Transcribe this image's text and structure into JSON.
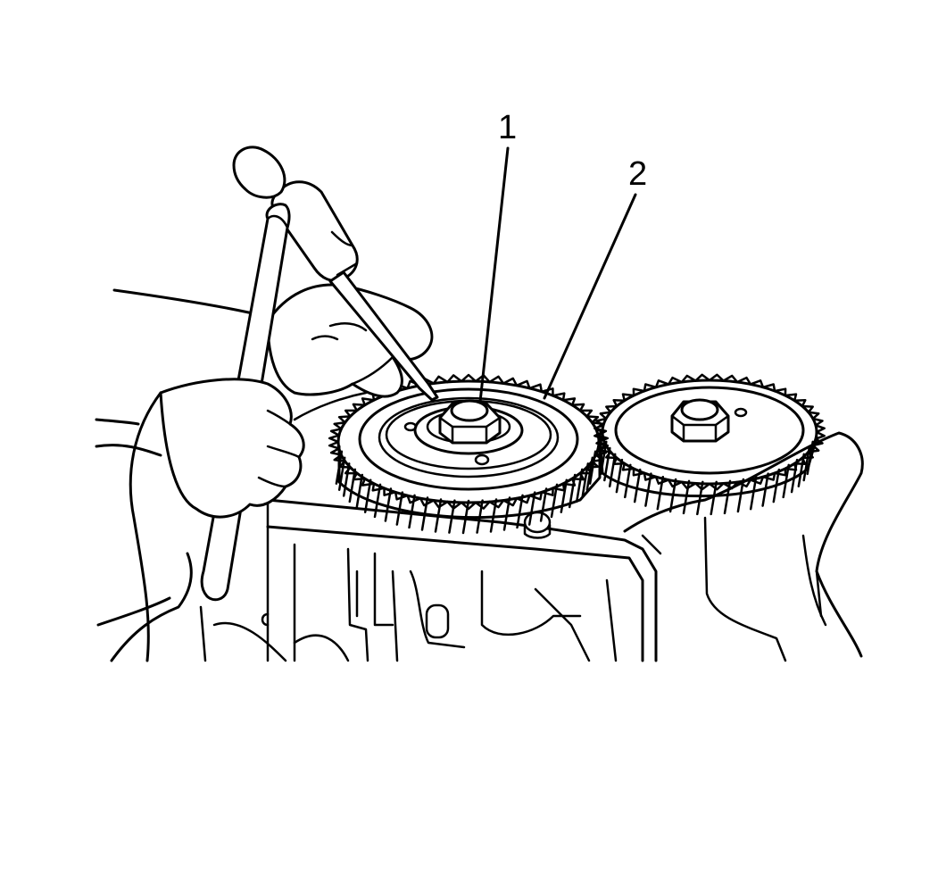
{
  "callouts": [
    {
      "id": "1",
      "text": "1"
    },
    {
      "id": "2",
      "text": "2"
    }
  ],
  "colors": {
    "ink": "#000000",
    "paper": "#ffffff"
  },
  "gears": [
    {
      "name": "gear-1",
      "teeth": 58
    },
    {
      "name": "gear-2",
      "teeth": 48
    }
  ]
}
